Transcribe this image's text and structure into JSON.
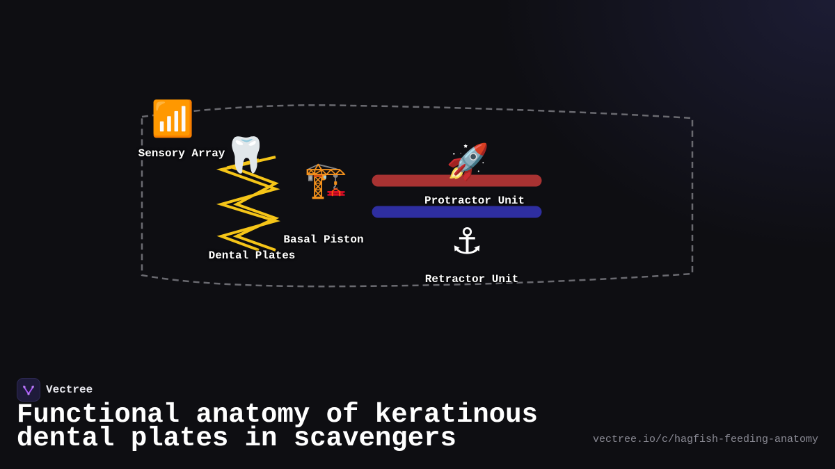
{
  "brand": {
    "name": "Vectree"
  },
  "diagram": {
    "nodes": {
      "sensory_array": {
        "label": "Sensory Array",
        "icon": "📶",
        "icon_name": "signal-bars-icon"
      },
      "dental_plates": {
        "label": "Dental Plates",
        "icon": "🦷",
        "icon_name": "tooth-icon"
      },
      "basal_piston": {
        "label": "Basal Piston",
        "icon": "🏗️",
        "icon_name": "crane-icon"
      },
      "protractor_unit": {
        "label": "Protractor Unit",
        "icon": "🚀",
        "icon_name": "rocket-icon"
      },
      "retractor_unit": {
        "label": "Retractor Unit",
        "icon": "⚓",
        "icon_name": "anchor-icon"
      }
    },
    "colors": {
      "zigzag": "#f5c518",
      "protractor_bar": "#a83232",
      "retractor_bar": "#2e2ea0",
      "boundary": "#6a6a70"
    }
  },
  "title": "Functional anatomy of keratinous dental plates in scavengers",
  "source_url": "vectree.io/c/hagfish-feeding-anatomy"
}
